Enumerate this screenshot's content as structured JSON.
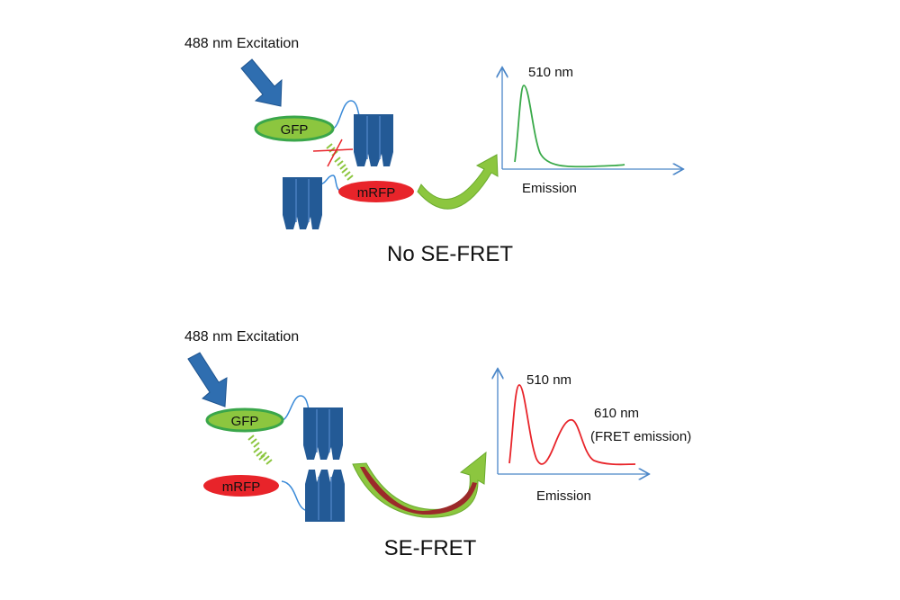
{
  "top_panel": {
    "excitation_label": "488 nm Excitation",
    "donor_label": "GFP",
    "acceptor_label": "mRFP",
    "peak_label": "510 nm",
    "axis_label": "Emission",
    "caption": "No SE-FRET"
  },
  "bottom_panel": {
    "excitation_label": "488 nm Excitation",
    "donor_label": "GFP",
    "acceptor_label": "mRFP",
    "peak1_label": "510 nm",
    "peak2_label": "610 nm",
    "peak2_sublabel": "(FRET emission)",
    "axis_label": "Emission",
    "caption": "SE-FRET"
  },
  "colors": {
    "arrow_blue": "#2f6eb0",
    "protein_blue": "#235a96",
    "gfp_fill": "#8cc63f",
    "gfp_border": "#3aa64a",
    "mrfp_fill": "#e8242a",
    "curve_green": "#3aaa4a",
    "curve_red": "#e8242a",
    "axis_blue": "#4a86c8"
  }
}
